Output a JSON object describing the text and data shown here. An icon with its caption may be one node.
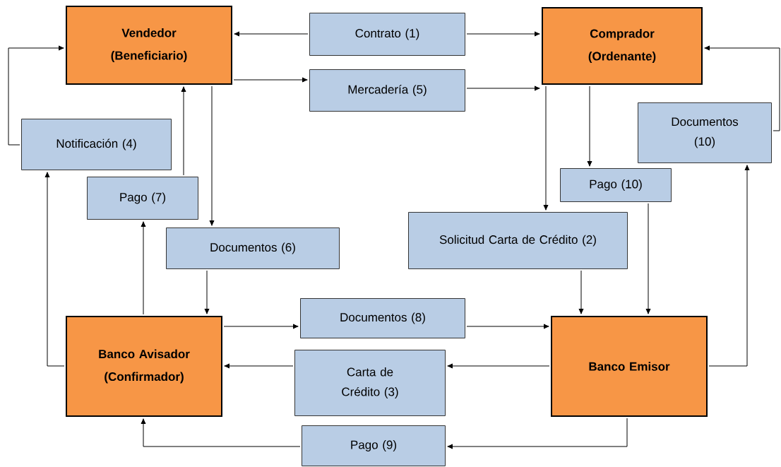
{
  "diagram": {
    "nodes": [
      {
        "text": [
          "Vendedor (Beneficiario)"
        ]
      },
      {
        "text": [
          "Contrato (1)"
        ]
      },
      {
        "text": [
          "Comprador (Ordenante)"
        ]
      },
      {
        "text": [
          "Mercadería (5)"
        ]
      },
      {
        "text": [
          "Notificación (4)"
        ]
      },
      {
        "text": [
          "Documentos (10)"
        ]
      },
      {
        "text": [
          "Pago (7)"
        ]
      },
      {
        "text": [
          "Pago (10)"
        ]
      },
      {
        "text": [
          "Documentos (6)"
        ]
      },
      {
        "text": [
          "Solicitud Carta de Crédito (2)"
        ]
      },
      {
        "text": [
          "Banco Avisador (Confirmador)"
        ]
      },
      {
        "text": [
          "Documentos (8)"
        ]
      },
      {
        "text": [
          "Banco Emisor"
        ]
      },
      {
        "text": [
          "Carta de Crédito (3)"
        ]
      },
      {
        "text": [
          "Pago (9)"
        ]
      }
    ],
    "edges": [
      {
        "from": 1,
        "to": 0,
        "arrow": "to"
      },
      {
        "from": 1,
        "to": 2,
        "arrow": "to"
      },
      {
        "from": 0,
        "to": 3,
        "arrow": "to"
      },
      {
        "from": 3,
        "to": 2,
        "arrow": "to"
      },
      {
        "from": 0,
        "to": 8,
        "arrow": "to"
      },
      {
        "from": 8,
        "to": 10,
        "arrow": "to"
      },
      {
        "from": 10,
        "to": 6,
        "arrow": "to"
      },
      {
        "from": 6,
        "to": 0,
        "arrow": "to"
      },
      {
        "from": 10,
        "to": 4,
        "arrow": "to"
      },
      {
        "from": 4,
        "to": 0,
        "arrow": "to"
      },
      {
        "from": 10,
        "to": 11,
        "arrow": "to"
      },
      {
        "from": 11,
        "to": 12,
        "arrow": "to"
      },
      {
        "from": 12,
        "to": 13,
        "arrow": "to"
      },
      {
        "from": 13,
        "to": 10,
        "arrow": "to"
      },
      {
        "from": 12,
        "to": 14,
        "arrow": "to"
      },
      {
        "from": 14,
        "to": 10,
        "arrow": "to"
      },
      {
        "from": 2,
        "to": 9,
        "arrow": "to"
      },
      {
        "from": 9,
        "to": 12,
        "arrow": "to"
      },
      {
        "from": 2,
        "to": 7,
        "arrow": "to"
      },
      {
        "from": 7,
        "to": 12,
        "arrow": "to"
      },
      {
        "from": 12,
        "to": 5,
        "arrow": "to"
      },
      {
        "from": 5,
        "to": 2,
        "arrow": "to"
      }
    ]
  }
}
